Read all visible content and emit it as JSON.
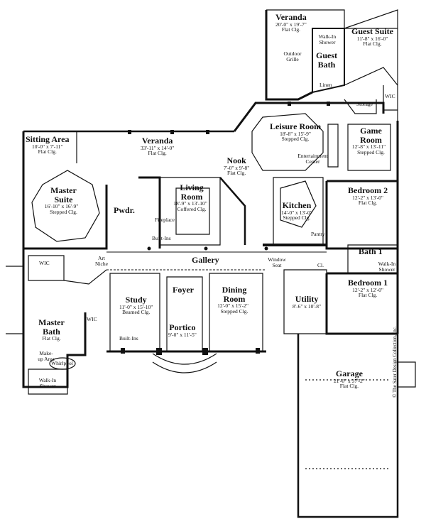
{
  "rooms": {
    "veranda_top": {
      "name": "Veranda",
      "dims": "20'-0\" x 19'-7\"",
      "ceiling": "Flat Clg."
    },
    "guest_suite": {
      "name": "Guest Suite",
      "dims": "11'-8\" x 16'-0\"",
      "ceiling": "Flat Clg."
    },
    "guest_bath": {
      "name": "Guest Bath"
    },
    "game_room": {
      "name": "Game Room",
      "dims": "12'-8\" x 13'-11\"",
      "ceiling": "Stepped Clg."
    },
    "leisure_room": {
      "name": "Leisure Room",
      "dims": "18'-8\" x 15'-9\"",
      "ceiling": "Stepped Clg."
    },
    "sitting_area": {
      "name": "Sitting Area",
      "dims": "10'-0\" x 7'-11\"",
      "ceiling": "Flat Clg."
    },
    "veranda_main": {
      "name": "Veranda",
      "dims": "33'-11\" x 14'-0\"",
      "ceiling": "Flat Clg."
    },
    "nook": {
      "name": "Nook",
      "dims": "7'-0\" x 9'-8\"",
      "ceiling": "Flat Clg."
    },
    "master_suite": {
      "name": "Master Suite",
      "dims": "16'-10\" x 16'-9\"",
      "ceiling": "Stepped Clg."
    },
    "living_room": {
      "name": "Living Room",
      "dims": "18'-9\" x 13'-10\"",
      "ceiling": "Coffered Clg."
    },
    "kitchen": {
      "name": "Kitchen",
      "dims": "14'-0\" x 13'-0\"",
      "ceiling": "Stepped Clg."
    },
    "bedroom2": {
      "name": "Bedroom 2",
      "dims": "12'-2\" x 13'-0\"",
      "ceiling": "Flat Clg."
    },
    "pwdr": {
      "name": "Pwdr."
    },
    "bath1": {
      "name": "Bath 1"
    },
    "gallery": {
      "name": "Gallery"
    },
    "bedroom1": {
      "name": "Bedroom 1",
      "dims": "12'-2\" x 12'-0\"",
      "ceiling": "Flat Clg."
    },
    "study": {
      "name": "Study",
      "dims": "11'-0\" x 15'-10\"",
      "ceiling": "Beamed Clg."
    },
    "foyer": {
      "name": "Foyer"
    },
    "dining_room": {
      "name": "Dining Room",
      "dims": "12'-0\" x 15'-2\"",
      "ceiling": "Stepped Clg."
    },
    "utility": {
      "name": "Utility",
      "dims": "8'-6\" x 10'-8\""
    },
    "master_bath": {
      "name": "Master Bath",
      "ceiling": "Flat Clg."
    },
    "portico": {
      "name": "Portico",
      "dims": "9'-0\" x 11'-5\""
    },
    "garage": {
      "name": "Garage",
      "dims": "21'-0\" x 37'-2\"",
      "ceiling": "Flat Clg."
    }
  },
  "labels": {
    "walk_in_shower_top": "Walk-In Shower",
    "outdoor_grille": "Outdoor Grille",
    "linen": "Linen",
    "storage": "Storage",
    "wic_guest": "WIC",
    "entertainment_center": "Entertainment Center",
    "fireplace": "Fireplace",
    "built_ins_living": "Built-Ins",
    "pantry": "Pantry",
    "walk_in_shower_bath1": "Walk-In Shower",
    "wic_master1": "WIC",
    "art_niche": "Art Niche",
    "window_seat": "Window Seat",
    "cl": "Cl.",
    "wic_master2": "WIC",
    "built_ins_study": "Built-Ins",
    "make_up_area": "Make-up Area",
    "whirlpool": "Whirlpool",
    "walk_in_shower_master": "Walk-In Shower",
    "copyright": "© The Sater Design Collection, Inc."
  }
}
